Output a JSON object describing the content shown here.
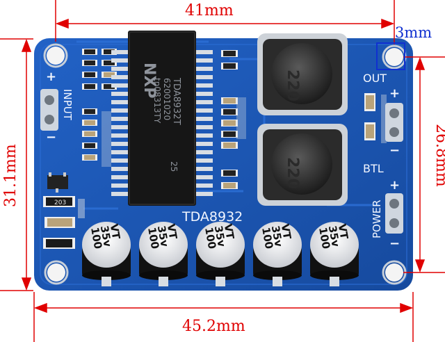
{
  "dimensions": {
    "top_width": "41mm",
    "hole_margin": "3mm",
    "left_height": "31.1mm",
    "right_height": "26.8mm",
    "bottom_width": "45.2mm"
  },
  "board": {
    "chip_logo": "NXP",
    "chip_part": "TDA8932T",
    "chip_code1": "62001020",
    "chip_code2": "tn08313TY",
    "chip_num": "25",
    "board_label": "TDA8932",
    "input_label": "INPUT",
    "input_plus": "+",
    "input_minus": "−",
    "out_label": "OUT",
    "out_plus": "+",
    "out_minus": "−",
    "btl_label": "BTL",
    "power_label": "POWER",
    "power_plus": "+",
    "power_minus": "−",
    "inductor_value": "220",
    "resistor_code": "203",
    "capacitor_line1": "100",
    "capacitor_line2": "35v",
    "capacitor_line3": "VT"
  },
  "colors": {
    "pcb": "#1b55b4",
    "silkscreen": "#f2f6ff",
    "dimension": "#e00000",
    "hole_box": "#1030d0"
  }
}
